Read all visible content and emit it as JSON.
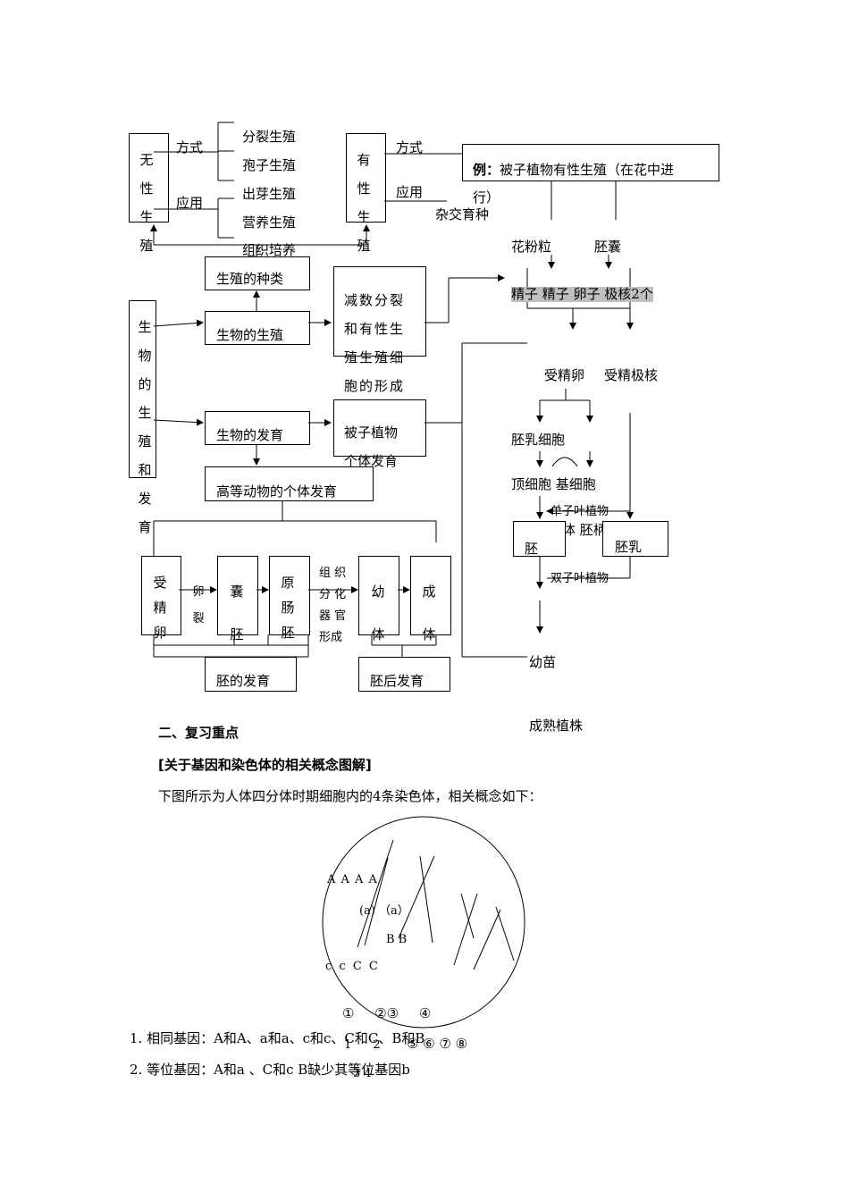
{
  "asexual": {
    "title_chars": [
      "无",
      "性",
      "生",
      "殖"
    ],
    "method_label": "方式",
    "apply_label": "应用",
    "methods": [
      "分裂生殖",
      "孢子生殖",
      "出芽生殖",
      "营养生殖"
    ],
    "apply": "组织培养"
  },
  "sexual": {
    "title_chars": [
      "有",
      "性",
      "生",
      "殖"
    ],
    "method_label": "方式",
    "apply_label": "应用",
    "apply_item": "杂交育种",
    "example": "例：被子植物有性生殖（在花中进行）",
    "example_bold": "例：",
    "example_rest": "被子植物有性生殖（在花中进",
    "example_tail": "行）"
  },
  "main_chars": [
    "生",
    "物",
    "的",
    "生",
    "殖",
    "和",
    "发",
    "育"
  ],
  "boxes": {
    "repro_types": "生殖的种类",
    "bio_repro": "生物的生殖",
    "meiosis": "减数分裂和有性生殖生殖细胞的形成",
    "meiosis_lines": [
      "减数分裂",
      "和有性生",
      "殖生殖细",
      "胞的形成"
    ],
    "bio_develop": "生物的发育",
    "angio_develop": "被子植物个体发育",
    "angio_lines": [
      "被子植物",
      "个体发育"
    ],
    "animal_develop": "高等动物的个体发育"
  },
  "plant": {
    "pollen": "花粉粒",
    "embryo_sac": "胚囊",
    "gametes": "精子 精子 卵子 极核2个",
    "fert_egg": "受精卵",
    "fert_polar": "受精极核",
    "proembryo": "胚乳细胞",
    "top_basal": "顶细胞 基细胞",
    "mono": "单子叶植物",
    "embryo_body": "胚",
    "embryo_body_full": "胚体 胚柄",
    "endosperm": "胚乳",
    "dicot": "双子叶植物",
    "seedling": "幼苗",
    "mature": "成熟植株"
  },
  "animal": {
    "zygote": [
      "受",
      "精",
      "卵"
    ],
    "cleave": [
      "卵",
      "裂"
    ],
    "blastula": [
      "囊",
      "胚"
    ],
    "gastrula": [
      "原",
      "肠",
      "胚"
    ],
    "organ": [
      "组 织",
      "分 化",
      "器 官",
      "形成"
    ],
    "larva": [
      "幼",
      "体"
    ],
    "adult": [
      "成",
      "体"
    ],
    "embryonic": "胚的发育",
    "postembryonic": "胚后发育"
  },
  "section": {
    "heading": "二、复习重点",
    "subheading": "[关于基因和染色体的相关概念图解]",
    "intro": "下图所示为人体四分体时期细胞内的4条染色体，相关概念如下："
  },
  "figure": {
    "genes_a": "A A A A",
    "genes_small": "(a) （a）",
    "genes_b": "B B",
    "genes_c": "c c C C",
    "nums": "① ②③ ④",
    "nums2": "⑤ ⑥ ⑦ ⑧",
    "nums3": "1 2",
    "nums4": "3 4"
  },
  "notes": [
    "1. 相同基因：A和A、a和a、c和c、C和C、B和B",
    "2. 等位基因：A和a 、C和c  B缺少其等位基因b"
  ]
}
